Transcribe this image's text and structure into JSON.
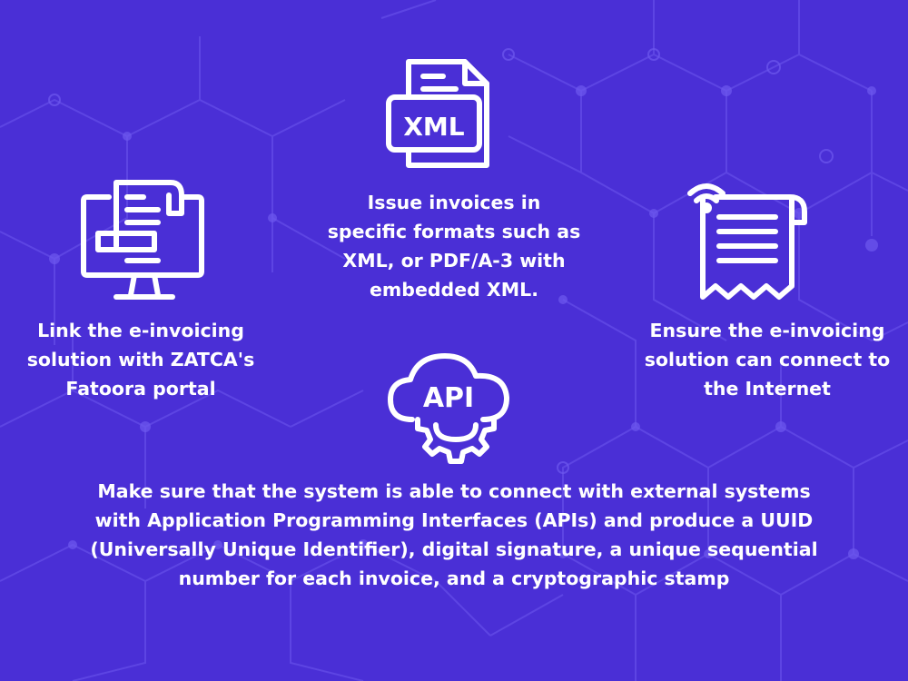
{
  "background": {
    "color": "#4a2fd6",
    "network_color": "#6b55ee"
  },
  "foreground_color": "#ffffff",
  "features": {
    "xml": {
      "icon": "xml-document-icon",
      "icon_text": "XML",
      "text": "Issue invoices in\nspecific formats such as\nXML, or PDF/A-3 with\nembedded XML."
    },
    "link": {
      "icon": "monitor-invoice-icon",
      "text": "Link the e-invoicing\nsolution with ZATCA's\nFatoora portal"
    },
    "internet": {
      "icon": "wifi-receipt-icon",
      "text": "Ensure the e-invoicing\nsolution can connect to\nthe Internet"
    },
    "api": {
      "icon": "api-cloud-gear-icon",
      "icon_text": "API",
      "text": "Make sure that the system is able to connect with external systems\nwith Application Programming Interfaces (APIs) and produce a UUID\n(Universally Unique Identifier), digital signature, a unique sequential\nnumber for each invoice, and a cryptographic stamp"
    }
  }
}
